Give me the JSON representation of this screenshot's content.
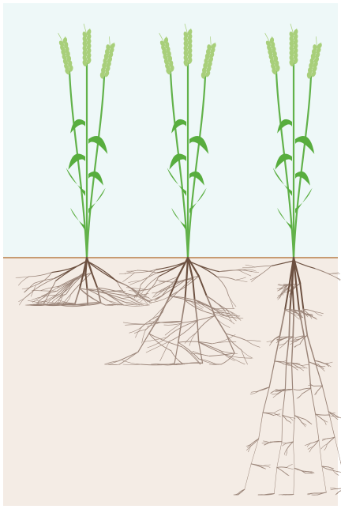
{
  "colors": {
    "sky": "#eef8f8",
    "soil": "#f4ece5",
    "soil_line": "#c79b72",
    "stem": "#62b24a",
    "leaf": "#58ad3e",
    "leaf_dark": "#3f8f33",
    "spike": "#a8cf7a",
    "root": "#6c5040",
    "root_light": "#9a8478"
  },
  "plants": [
    {
      "name": "shallow-root-plant",
      "root_system": "shallow"
    },
    {
      "name": "medium-root-plant",
      "root_system": "medium"
    },
    {
      "name": "deep-root-plant",
      "root_system": "deep"
    }
  ]
}
